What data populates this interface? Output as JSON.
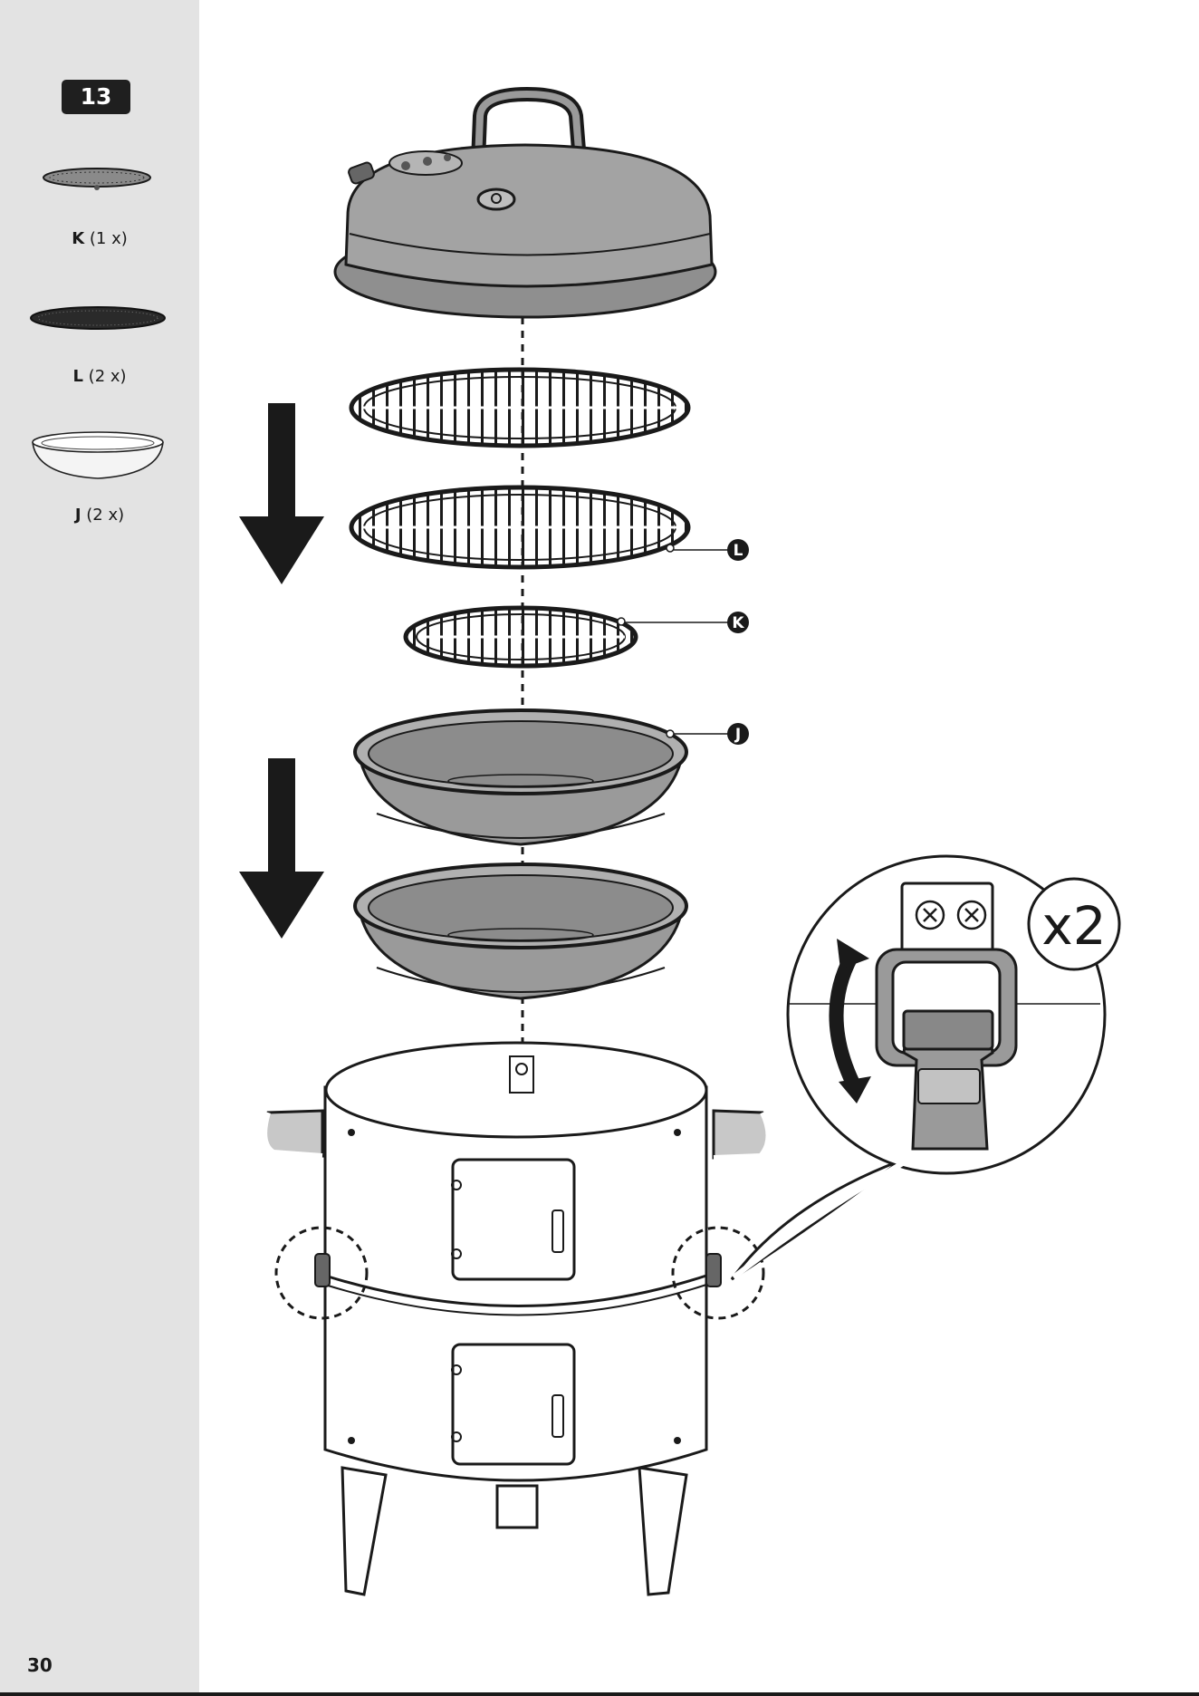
{
  "step_number": "13",
  "parts": [
    {
      "letter": "K",
      "qty": "(1 x)",
      "icon": "small-grate-icon"
    },
    {
      "letter": "L",
      "qty": "(2 x)",
      "icon": "large-grate-icon"
    },
    {
      "letter": "J",
      "qty": "(2 x)",
      "icon": "bowl-icon"
    }
  ],
  "callouts": {
    "L": "L",
    "K": "K",
    "J": "J"
  },
  "detail_multiplier": "x2",
  "page_number": "30"
}
